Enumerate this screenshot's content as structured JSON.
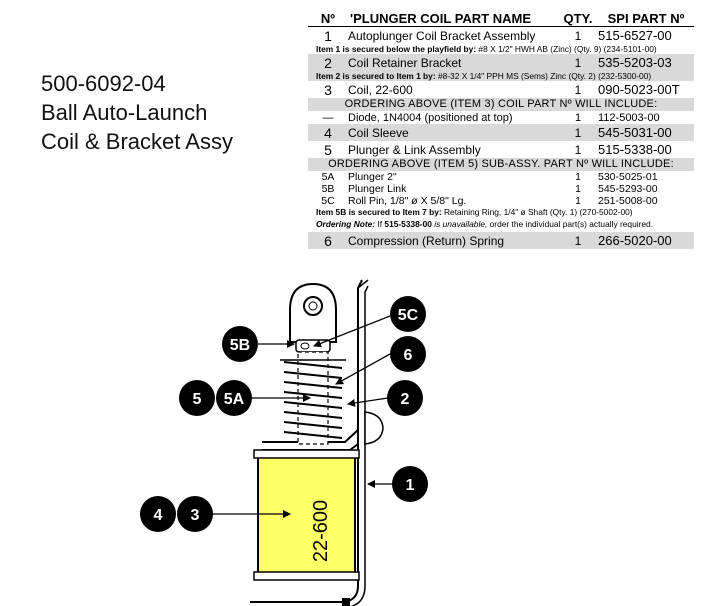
{
  "title": {
    "line1": "500-6092-04",
    "line2": "Ball Auto-Launch",
    "line3": "Coil & Bracket Assy"
  },
  "table": {
    "headers": {
      "no": "Nº",
      "name": "'PLUNGER COIL PART NAME",
      "qty": "QTY.",
      "part": "SPI PART Nº"
    },
    "item1": {
      "no": "1",
      "name": "Autoplunger Coil Bracket Assembly",
      "qty": "1",
      "part": "515-6527-00"
    },
    "note1": {
      "lead": "Item 1 is secured below the playfield by:",
      "text": " #8 X 1/2\" HWH AB (Zinc) (Qty. 9) (234-5101-00)"
    },
    "item2": {
      "no": "2",
      "name": "Coil Retainer Bracket",
      "qty": "1",
      "part": "535-5203-03"
    },
    "note2": {
      "lead": "Item 2 is secured to Item 1 by:",
      "text": " #8-32 X 1/4\" PPH MS (Sems) Zinc (Qty. 2) (232-5300-00)"
    },
    "item3": {
      "no": "3",
      "name": "Coil,  22-600",
      "qty": "1",
      "part": "090-5023-00T"
    },
    "order1": "ORDERING ABOVE (ITEM 3) COIL PART Nº WILL INCLUDE:",
    "diode": {
      "no": "—",
      "name": "Diode, 1N4004 (positioned at top)",
      "qty": "1",
      "part": "112-5003-00"
    },
    "item4": {
      "no": "4",
      "name": "Coil Sleeve",
      "qty": "1",
      "part": "545-5031-00"
    },
    "item5": {
      "no": "5",
      "name": "Plunger & Link Assembly",
      "qty": "1",
      "part": "515-5338-00"
    },
    "order2": "ORDERING ABOVE (ITEM 5) SUB-ASSY. PART Nº WILL INCLUDE:",
    "item5a": {
      "no": "5A",
      "name": "Plunger 2\"",
      "qty": "1",
      "part": "530-5025-01"
    },
    "item5b": {
      "no": "5B",
      "name": "Plunger Link",
      "qty": "1",
      "part": "545-5293-00"
    },
    "item5c": {
      "no": "5C",
      "name": "Roll Pin, 1/8\" ø X 5/8\" Lg.",
      "qty": "1",
      "part": "251-5008-00"
    },
    "note5b": {
      "lead": "Item 5B is secured to Item 7 by:",
      "text": " Retaining Ring, 1/4\" ø Shaft (Qty. 1) (270-5002-00)"
    },
    "note_order": {
      "lead": "Ordering Note:",
      "pre": " If ",
      "part": "515-5338-00",
      "mid": " is unavailable,",
      "text": " order the individual part(s) actually required."
    },
    "item6": {
      "no": "6",
      "name": "Compression (Return) Spring",
      "qty": "1",
      "part": "266-5020-00"
    }
  },
  "diagram": {
    "coil_label": "22-600",
    "callouts": {
      "c5b": "5B",
      "c5c": "5C",
      "c6": "6",
      "c5": "5",
      "c5a": "5A",
      "c2": "2",
      "c1": "1",
      "c4": "4",
      "c3": "3"
    },
    "colors": {
      "coil": "#ffff66",
      "callout": "#000000",
      "shade": "#d9d9d9"
    }
  }
}
